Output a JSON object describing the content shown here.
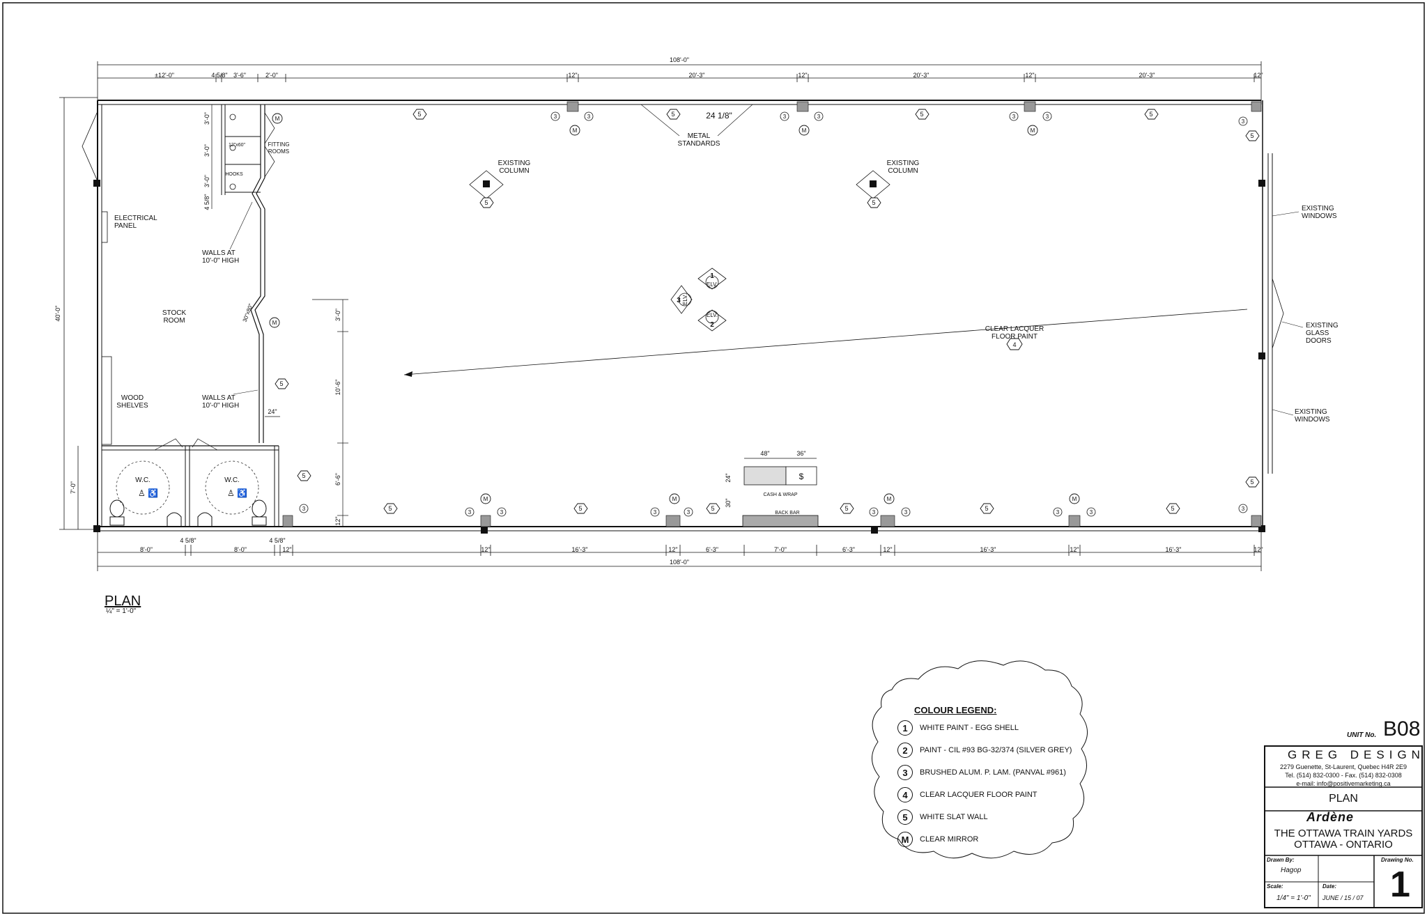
{
  "plan": {
    "overall_top": "108'-0\"",
    "overall_bottom": "108'-0\"",
    "height_dim": "40'-0\"",
    "top_dims": [
      "±12'-0\"",
      "4 5/8\"",
      "3'-6\"",
      "2'-0\"",
      "12\"",
      "20'-3\"",
      "12\"",
      "20'-3\"",
      "12\"",
      "20'-3\"",
      "12\""
    ],
    "bottom_dims": [
      "8'-0\"",
      "4 5/8\"",
      "8'-0\"",
      "4 5/8\"",
      "12\"",
      "12\"",
      "16'-3\"",
      "12\"",
      "6'-3\"",
      "7'-0\"",
      "6'-3\"",
      "12\"",
      "16'-3\"",
      "12\"",
      "16'-3\"",
      "12\""
    ],
    "left_dim_7": "7'-0\"",
    "vert_dims": [
      "3'-0\"",
      "10'-6\"",
      "6'-6\"",
      "12\""
    ],
    "fitting_dims": [
      "3'-0\"",
      "3'-0\"",
      "3'-0\"",
      "4 5/8\""
    ],
    "dim_24_top": "24 1/8\"",
    "dim_24": "24\"",
    "cash_dims": [
      "48\"",
      "36\"",
      "24\"",
      "30\""
    ],
    "wall_angle": "30\"x80\"",
    "hooks_dim": "12\"x60\"",
    "labels": {
      "metal_standards": [
        "METAL",
        "STANDARDS"
      ],
      "existing_column": [
        "EXISTING",
        "COLUMN"
      ],
      "electrical_panel": [
        "ELECTRICAL",
        "PANEL"
      ],
      "walls_10": [
        "WALLS AT",
        "10'-0\" HIGH"
      ],
      "fitting_rooms": [
        "FITTING",
        "ROOMS"
      ],
      "hooks": "HOOKS",
      "stock_room": [
        "STOCK",
        "ROOM"
      ],
      "wood_shelves": [
        "WOOD",
        "SHELVES"
      ],
      "wc": "W.C.",
      "clear_lacquer": [
        "CLEAR LACQUER",
        "FLOOR PAINT"
      ],
      "existing_windows": [
        "EXISTING",
        "WINDOWS"
      ],
      "existing_glass_doors": [
        "EXISTING",
        "GLASS",
        "DOORS"
      ],
      "cash_wrap": "CASH & WRAP",
      "back_bar": "BACK BAR",
      "dollar": "$",
      "elv": "ELV.",
      "elv_nums": [
        "1",
        "2",
        "3"
      ]
    },
    "tags": {
      "five": "5",
      "m": "M",
      "three": "3",
      "four": "4"
    },
    "title": "PLAN",
    "scale": "¼\" = 1'-0\""
  },
  "legend": {
    "title": "COLOUR LEGEND:",
    "items": [
      {
        "key": "1",
        "text": "WHITE PAINT - EGG SHELL"
      },
      {
        "key": "2",
        "text": "PAINT - CIL #93 BG-32/374 (SILVER GREY)"
      },
      {
        "key": "3",
        "text": "BRUSHED ALUM. P. LAM. (PANVAL #961)"
      },
      {
        "key": "4",
        "text": "CLEAR LACQUER FLOOR PAINT"
      },
      {
        "key": "5",
        "text": "WHITE SLAT WALL"
      },
      {
        "key": "M",
        "text": "CLEAR MIRROR"
      }
    ]
  },
  "title_block": {
    "unit_label": "UNIT No.",
    "unit_no": "B08",
    "firm": "GREG DESIGN",
    "address": "2279 Guenette, St-Laurent, Quebec  H4R 2E9",
    "phone": "Tel. (514) 832-0300  -  Fax. (514) 832-0308",
    "email": "e-mail: info@positivemarketing.ca",
    "sheet_title": "PLAN",
    "brand": "Ardène",
    "project_line1": "THE OTTAWA TRAIN YARDS",
    "project_line2": "OTTAWA - ONTARIO",
    "drawn_by_label": "Drawn By:",
    "drawn_by": "Hagop",
    "drawing_no_label": "Drawing No.",
    "drawing_no": "1",
    "scale_label": "Scale:",
    "scale": "1/4\" = 1'-0\"",
    "date_label": "Date:",
    "date": "JUNE / 15 / 07"
  }
}
